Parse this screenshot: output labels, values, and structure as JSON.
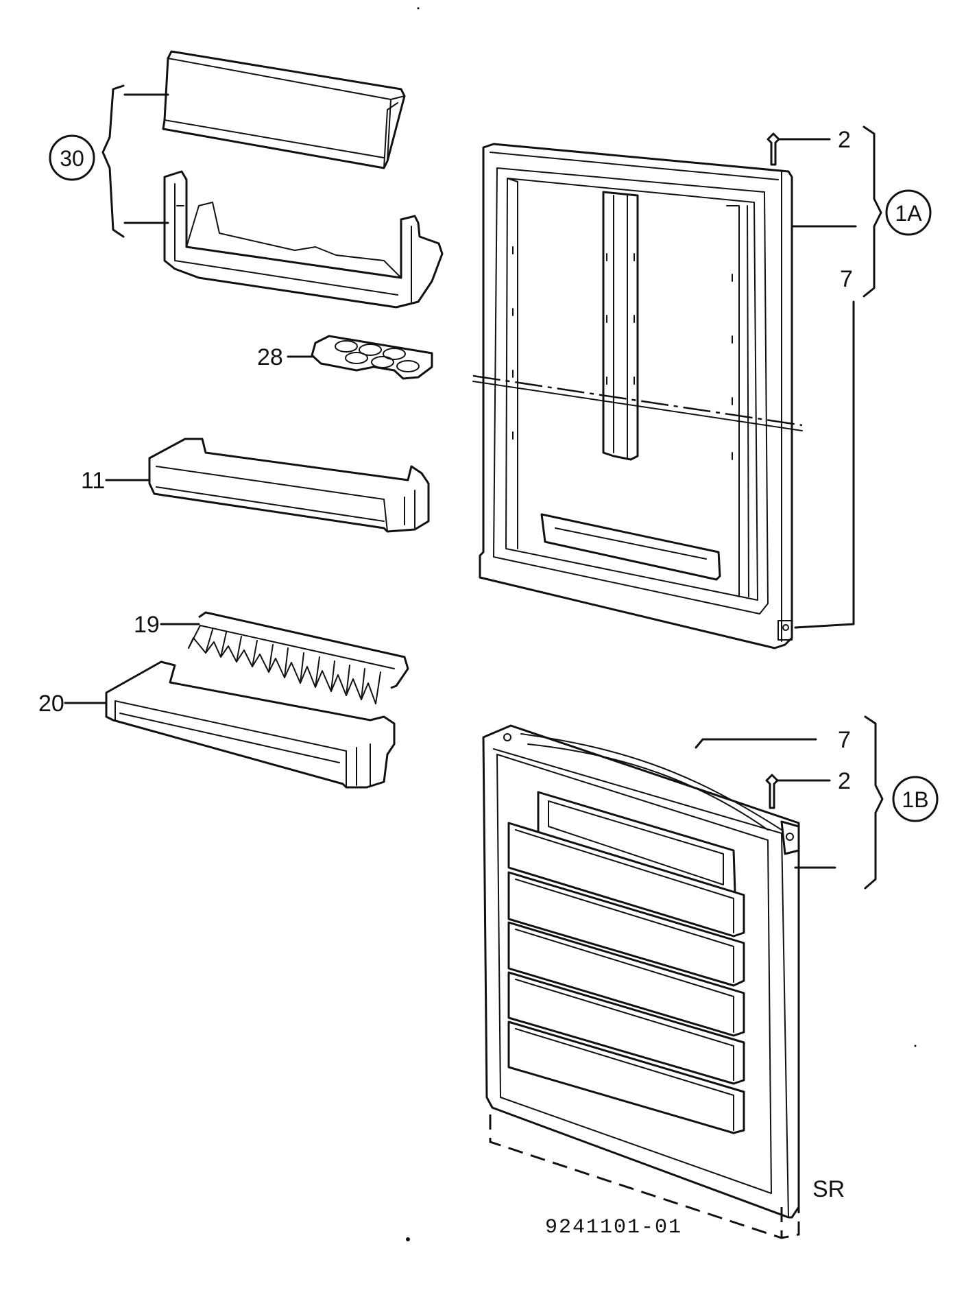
{
  "labels": {
    "shelf_set": "30",
    "egg_tray": "28",
    "door_shelf_small": "11",
    "shelf_rack": "19",
    "door_shelf_large": "20",
    "screw_top": "2",
    "door_top_group": "1A",
    "gasket_top": "7",
    "gasket_bottom": "7",
    "screw_bottom": "2",
    "door_bottom_group": "1B",
    "version_mark": "SR",
    "drawing_number": "9241101-01"
  }
}
